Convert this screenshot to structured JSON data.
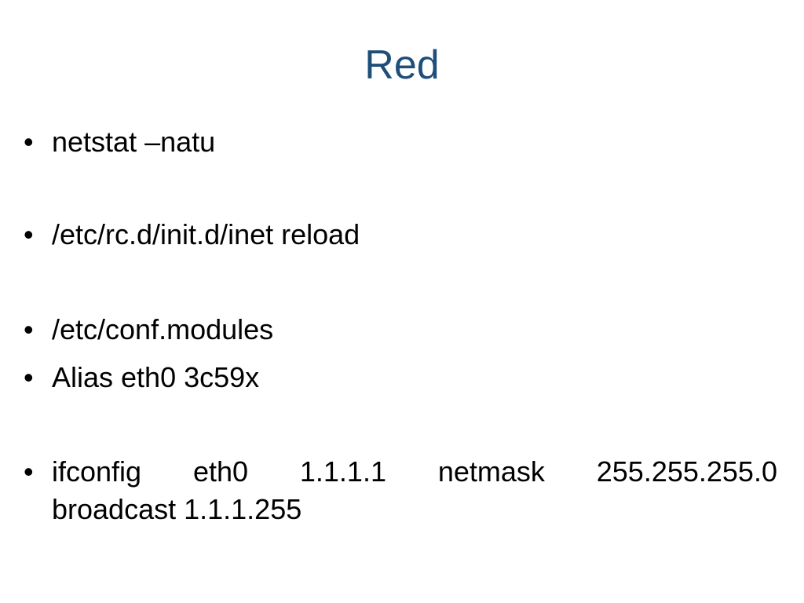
{
  "slide": {
    "title": "Red",
    "bullet_glyph": "•",
    "bullets": [
      {
        "text": "netstat –natu"
      },
      {
        "text": "/etc/rc.d/init.d/inet reload"
      },
      {
        "text": "/etc/conf.modules"
      },
      {
        "text": "Alias eth0 3c59x"
      },
      {
        "line1_words": [
          "ifconfig",
          "eth0",
          "1.1.1.1",
          "netmask",
          "255.255.255.0"
        ],
        "line2": "broadcast 1.1.1.255"
      }
    ]
  }
}
